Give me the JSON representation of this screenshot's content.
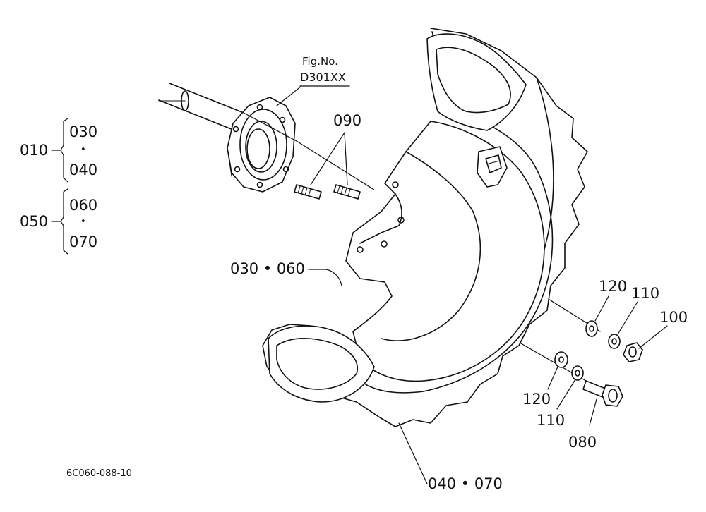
{
  "figure": {
    "ref_label": "Fig.No.",
    "ref_number": "D301XX"
  },
  "drawing_number": "6C060-088-10",
  "groups": [
    {
      "parent": "010",
      "members": [
        "030",
        "040"
      ],
      "sep": "•"
    },
    {
      "parent": "050",
      "members": [
        "060",
        "070"
      ],
      "sep": "•"
    }
  ],
  "callouts": {
    "studs": "090",
    "rim": "030 • 060",
    "tire": "040 • 070",
    "washer_upper": "120",
    "lockwasher_upper": "110",
    "nut": "100",
    "washer_lower": "120",
    "lockwasher_lower": "110",
    "bolt": "080"
  },
  "colors": {
    "ink": "#111111",
    "background": "#ffffff"
  }
}
